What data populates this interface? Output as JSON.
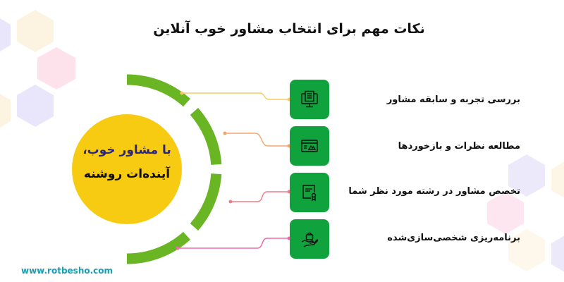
{
  "title": "نکات مهم برای انتخاب مشاور خوب آنلاین",
  "center": {
    "line1": "با مشاور خوب،",
    "line2": "آینده‌ات روشنه",
    "circle_color": "#f8cb13",
    "arc_color": "#6ab523"
  },
  "items": [
    {
      "label": "بررسی تجربه و سابقه مشاور",
      "icon": "monitor-document-icon",
      "connector_color": "#fcc96a"
    },
    {
      "label": "مطالعه نظرات و بازخوردها",
      "icon": "browser-window-icon",
      "connector_color": "#f5a66e"
    },
    {
      "label": "تخصص مشاور در رشته مورد نظر شما",
      "icon": "certificate-icon",
      "connector_color": "#f27d8a"
    },
    {
      "label": "برنامه‌ریزی شخصی‌سازی‌شده",
      "icon": "hand-bag-icon",
      "connector_color": "#ef6aa8"
    }
  ],
  "colors": {
    "box": "#10a23d",
    "hex_purple": "#e9e5fa",
    "hex_yellow": "#fdf3e1",
    "hex_pink": "#fde2ec"
  },
  "footer": {
    "url": "www.rotbesho.com"
  }
}
